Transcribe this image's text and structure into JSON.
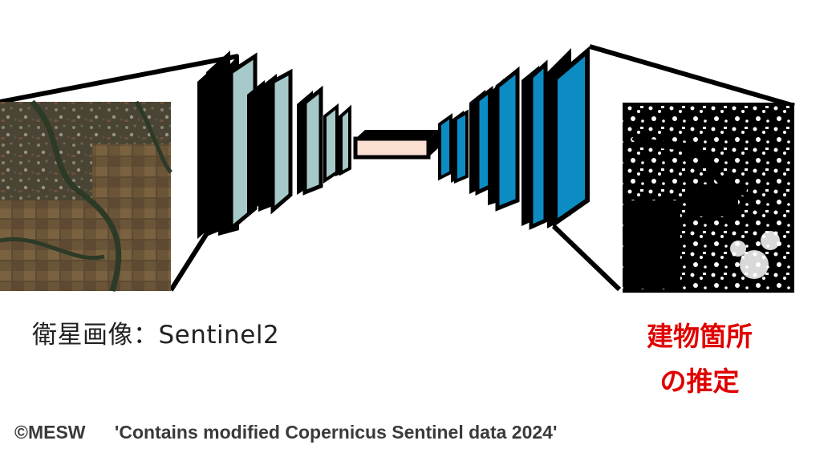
{
  "captions": {
    "input": "衛星画像：Sentinel2",
    "output_line1": "建物箇所",
    "output_line2": "の推定"
  },
  "footer": {
    "copyright": "©MESW",
    "credit": "'Contains modified Copernicus Sentinel data 2024'"
  },
  "colors": {
    "encoder_fill": "#a7c8c8",
    "bottleneck_fill": "#f9e0d0",
    "decoder_fill": "#0d8cc4",
    "outline": "#000000",
    "caption_output": "#e00000"
  }
}
